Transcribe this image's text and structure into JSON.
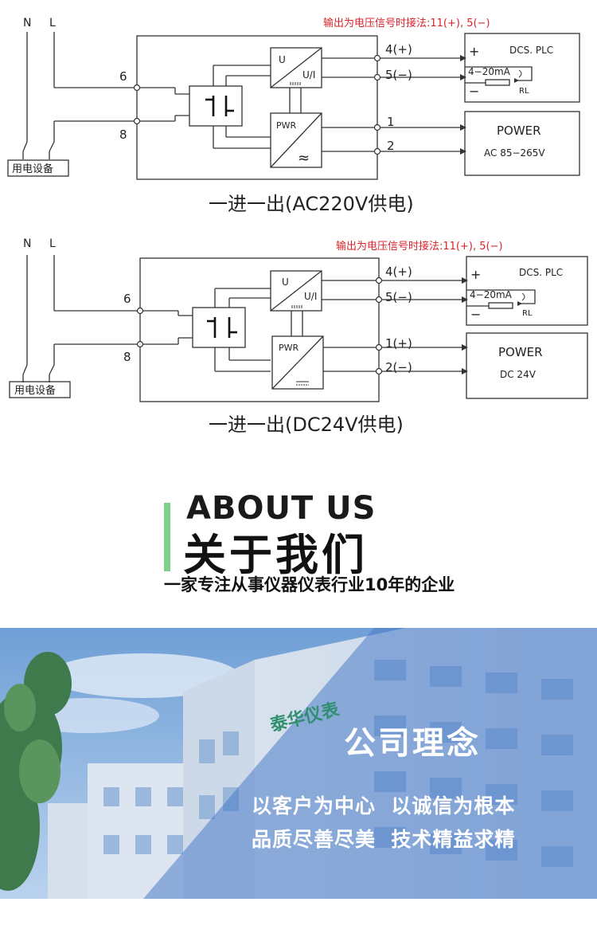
{
  "diagram1": {
    "note": "输出为电压信号时接法:11(+), 5(−)",
    "n": "N",
    "l": "L",
    "t6": "6",
    "t8": "8",
    "device": "用电设备",
    "u": "U",
    "ui": "U/I",
    "pwr": "PWR",
    "ac_symbol": "≈",
    "o4": "4(+)",
    "o5": "5(−)",
    "p1": "1",
    "p2": "2",
    "plus": "+",
    "minus": "−",
    "dcs": "DCS. PLC",
    "ma": "4−20mA",
    "rl": "RL",
    "power": "POWER",
    "power_spec": "AC 85−265V",
    "caption": "一进一出(AC220V供电)"
  },
  "diagram2": {
    "note": "输出为电压信号时接法:11(+), 5(−)",
    "n": "N",
    "l": "L",
    "t6": "6",
    "t8": "8",
    "device": "用电设备",
    "u": "U",
    "ui": "U/I",
    "pwr": "PWR",
    "o4": "4(+)",
    "o5": "5(−)",
    "p1": "1(+)",
    "p2": "2(−)",
    "plus": "+",
    "minus": "−",
    "dcs": "DCS. PLC",
    "ma": "4−20mA",
    "rl": "RL",
    "power": "POWER",
    "power_spec": "DC 24V",
    "caption": "一进一出(DC24V供电)"
  },
  "about": {
    "en": "ABOUT US",
    "cn": "关于我们",
    "sub": "一家专注从事仪器仪表行业10年的企业"
  },
  "photo": {
    "sign": "泰华仪表",
    "concept_title": "公司理念",
    "line1": "以客户为中心  以诚信为根本",
    "line2": "品质尽善尽美  技术精益求精"
  },
  "colors": {
    "note_red": "#d9232a",
    "accent_green": "#7fd08a",
    "overlay_blue": "#4a7bc8"
  }
}
